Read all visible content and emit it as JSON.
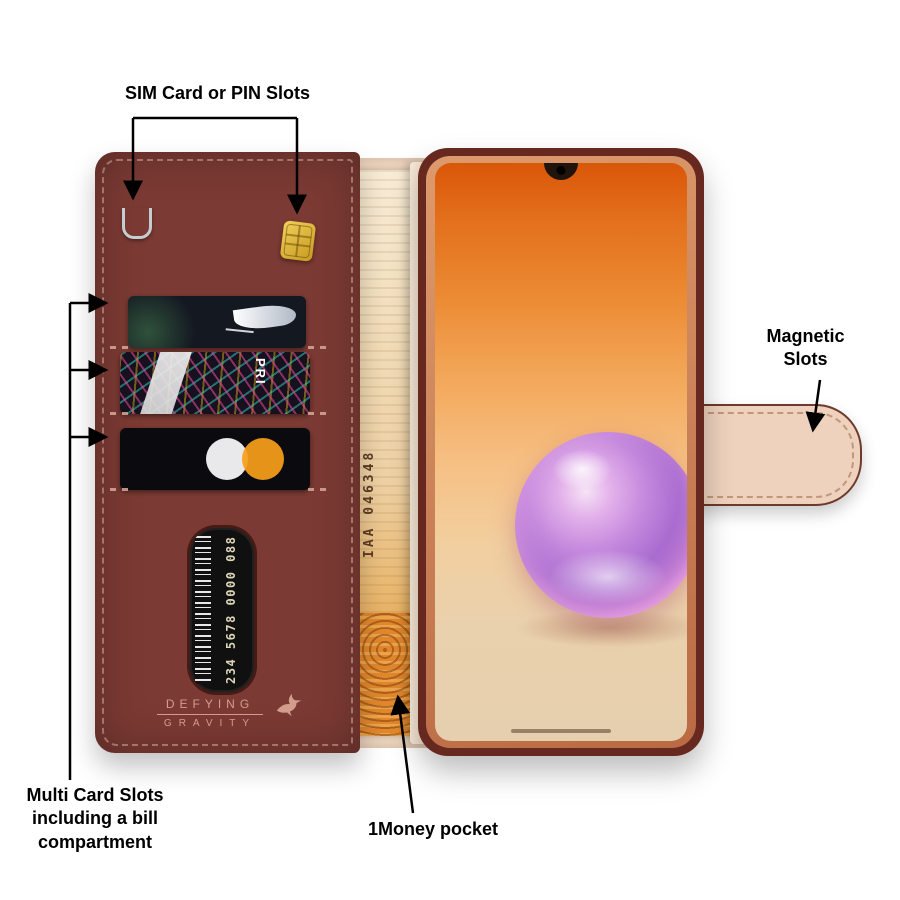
{
  "annotations": {
    "sim": "SIM Card or PIN Slots",
    "magnetic": "Magnetic Slots",
    "multi_card": "Multi Card Slots including a bill compartment",
    "money_pocket": "1Money pocket"
  },
  "wallet": {
    "brand_line1": "DEFYING",
    "brand_line2": "GRAVITY",
    "card2_text": "PRI",
    "window_card_number": "234 5678 0000 088"
  },
  "banknote_serial": "IAA 046348",
  "colors": {
    "wallet_interior": "#7b3a33",
    "flap": "#eed2bd",
    "phone_frame": "#c97a52",
    "screen_orange": "#e3701c",
    "sphere_violet": "#b873cf",
    "banknote_orange": "#e2872b",
    "sim_chip_gold": "#d9a825"
  },
  "icons": {
    "sim_clip": "sim-slot-clip-icon",
    "sim_chip": "sim-chip-icon",
    "feather": "feather-icon",
    "card_circles": "card-brand-circles-icon",
    "dove": "dove-logo-icon",
    "barcode": "barcode-icon"
  }
}
